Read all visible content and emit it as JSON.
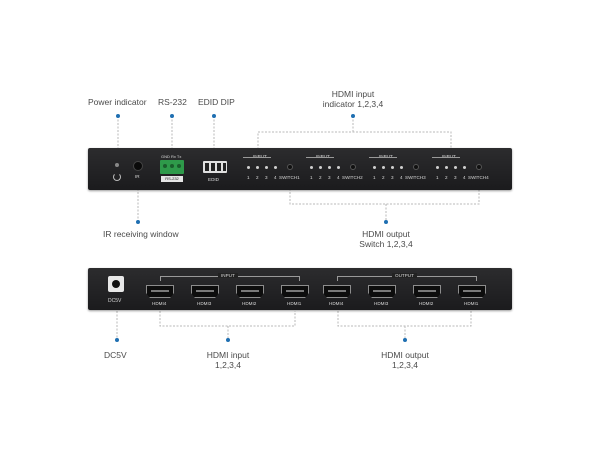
{
  "labels": {
    "power_indicator": "Power indicator",
    "rs232": "RS-232",
    "edid_dip": "EDID DIP",
    "hdmi_input_indicator_line1": "HDMI input",
    "hdmi_input_indicator_line2": "indicator 1,2,3,4",
    "ir_receiving_window": "IR receiving window",
    "hdmi_output_switch_line1": "HDMI output",
    "hdmi_output_switch_line2": "Switch 1,2,3,4",
    "dc5v": "DC5V",
    "hdmi_input_line1": "HDMI input",
    "hdmi_input_line2": "1,2,3,4",
    "hdmi_output_line1": "HDMI output",
    "hdmi_output_line2": "1,2,3,4"
  },
  "front_panel": {
    "ir_label": "IR",
    "rs232_pins": "GND  Rx  Tx",
    "rs232_tag": "RS-232",
    "edid_label": "EDID",
    "input_header": "INPUT",
    "led_numbers": [
      "1",
      "2",
      "3",
      "4"
    ],
    "switch_labels": [
      "SWITCH1",
      "SWITCH2",
      "SWITCH3",
      "SWITCH4"
    ]
  },
  "rear_panel": {
    "dc_label": "DC5V",
    "input_header": "INPUT",
    "output_header": "OUTPUT",
    "input_ports": [
      "HDMI4",
      "HDMI3",
      "HDMI2",
      "HDMI1"
    ],
    "output_ports": [
      "HDMI4",
      "HDMI3",
      "HDMI2",
      "HDMI1"
    ]
  },
  "colors": {
    "callout_dot": "#1f6fb2",
    "leader_line": "#b5b5b5",
    "panel": "#222224",
    "terminal": "#2e9a4a"
  }
}
